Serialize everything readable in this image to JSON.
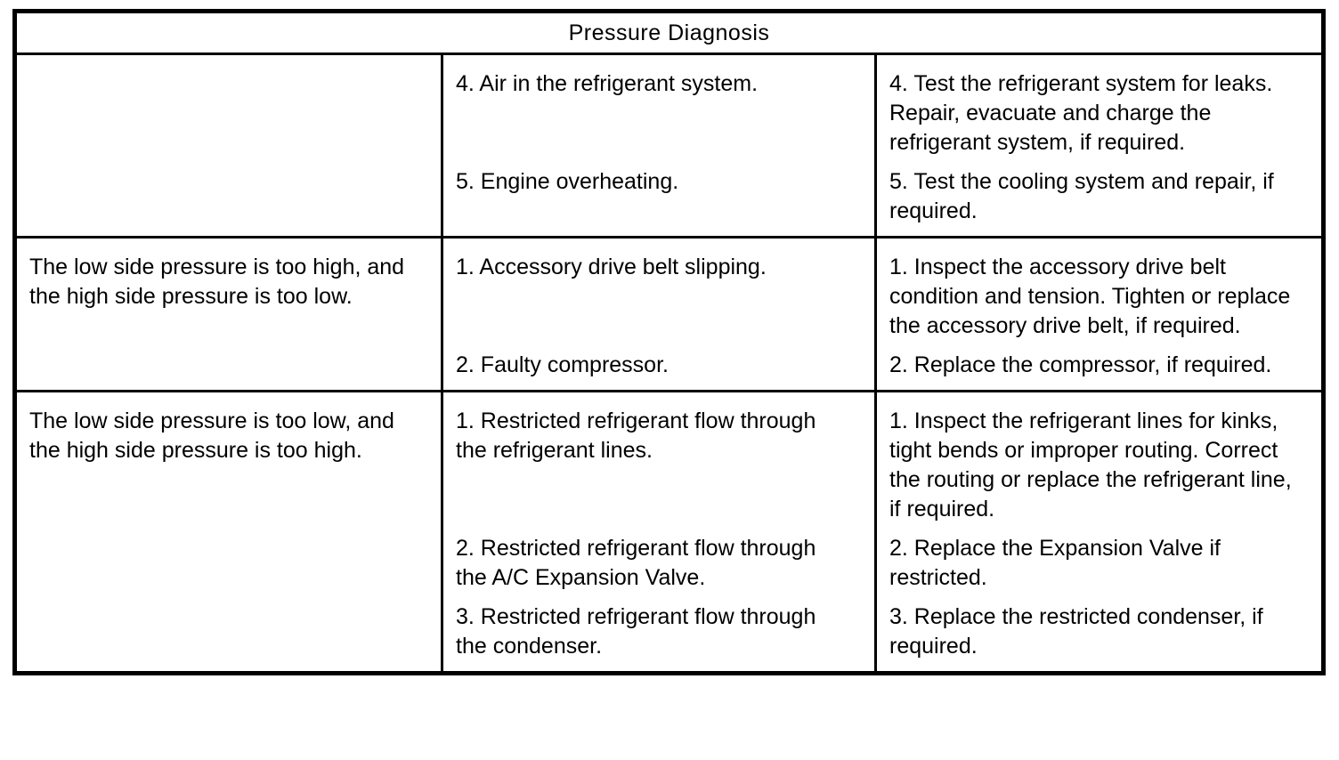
{
  "title": "Pressure Diagnosis",
  "colors": {
    "border": "#000000",
    "text": "#000000",
    "background": "#ffffff"
  },
  "table": {
    "groups": [
      {
        "condition": "",
        "items": [
          {
            "cause": "4. Air in the refrigerant system.",
            "correction": "4. Test the refrigerant system for leaks. Repair, evacuate and charge the refrigerant system, if required."
          },
          {
            "cause": "5. Engine overheating.",
            "correction": "5. Test the cooling system and repair, if required."
          }
        ]
      },
      {
        "condition": "The low side pressure is too high, and the high side pressure is too low.",
        "items": [
          {
            "cause": "1. Accessory drive belt slipping.",
            "correction": "1. Inspect the accessory drive belt condition and tension. Tighten or replace the accessory drive belt, if required."
          },
          {
            "cause": "2. Faulty compressor.",
            "correction": "2. Replace the compressor, if required."
          }
        ]
      },
      {
        "condition": "The low side pressure is too low, and the high side pressure is too high.",
        "items": [
          {
            "cause": "1. Restricted refrigerant flow through the refrigerant lines.",
            "correction": "1. Inspect the refrigerant lines for kinks, tight bends or improper routing. Correct the routing or replace the refrigerant line, if required."
          },
          {
            "cause": "2. Restricted refrigerant flow through the A/C Expansion Valve.",
            "correction": "2. Replace the Expansion Valve if restricted."
          },
          {
            "cause": "3. Restricted refrigerant flow through the condenser.",
            "correction": "3. Replace the restricted condenser, if required."
          }
        ]
      }
    ]
  }
}
